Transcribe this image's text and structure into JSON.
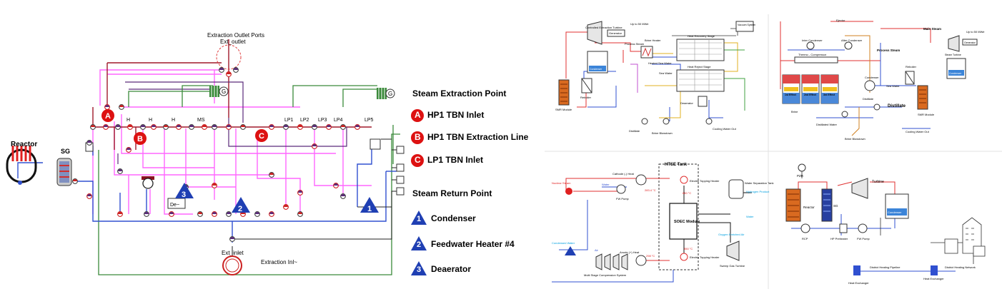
{
  "main": {
    "labels": {
      "reactor": "Reactor",
      "sg": "SG",
      "extraction_outlet_ports": "Extraction Outlet Ports",
      "ext_outlet": "Ext_outlet",
      "ext_inlet": "Ext_inlet",
      "extraction_inlet": "Extraction Inl~",
      "h1": "H",
      "h2": "H",
      "h3": "H",
      "ms": "MS",
      "lp1": "LP1",
      "lp2": "LP2",
      "lp3": "LP3",
      "lp4": "LP4",
      "lp5": "LP5",
      "de": "De~",
      "g1": "G",
      "g2": "G"
    },
    "markers": {
      "A": "A",
      "B": "B",
      "C": "C",
      "n1": "1",
      "n2": "2",
      "n3": "3"
    }
  },
  "legend": {
    "steam_extraction_title": "Steam Extraction Point",
    "extraction_items": [
      {
        "marker": "A",
        "label": "HP1 TBN Inlet"
      },
      {
        "marker": "B",
        "label": "HP1 TBN Extraction Line"
      },
      {
        "marker": "C",
        "label": "LP1 TBN Inlet"
      }
    ],
    "steam_return_title": "Steam Return Point",
    "return_items": [
      {
        "marker": "1",
        "label": "Condenser"
      },
      {
        "marker": "2",
        "label": "Feedwater Heater #4"
      },
      {
        "marker": "3",
        "label": "Deaerator"
      }
    ]
  },
  "p1": {
    "up_to_mwe": "Up to 50 MWe",
    "generator": "Generator",
    "turbine": "Controlled Extraction Turbine",
    "condenser": "Condenser",
    "brine_heater": "Brine Heater",
    "process_steam": "Process Steam",
    "heat_recovery": "Heat Recovery Stage",
    "heat_reject": "Heat Reject Stage",
    "vacuum": "Vacuum System",
    "smr": "SMR Module",
    "reboiler": "Reboiler",
    "heated_sea_water": "Heated Sea Water",
    "sea_water": "Sea Water",
    "deaerator": "Deaerator",
    "distillate": "Distillate",
    "brine_blowdown": "Brine Blowdown",
    "cooling_water_out": "Cooling Water Out"
  },
  "p2": {
    "ejector": "Ejector",
    "inter_condenser": "Inter Condenser",
    "after_condenser": "After Condenser",
    "main_steam": "Main Steam",
    "up_to_mwe": "Up to 50 MWe",
    "thermo_compressor": "Thermo - Compressor",
    "process_steam": "Process Steam",
    "reboiler": "Reboiler",
    "steam_turbine": "Steam Turbine",
    "generator": "Generator",
    "condenser": "Condenser",
    "effect1": "1st Effect",
    "effect2": "2nd Effect",
    "effect3": "3rd Effect",
    "sea_water": "Sea Water",
    "brine": "Brine",
    "distillate": "Distillate",
    "distillated_water": "Distillated Water",
    "distilled": "Distillate",
    "smr": "SMR Module",
    "brine_blowdown": "Brine Blowdown",
    "cooling_water_out": "Cooling Water Out"
  },
  "p3": {
    "htse_tank": "HTSE Tank",
    "nuclear_steam": "Nuclear Steam",
    "cathode_heat": "Cathode (-) Heat",
    "anode_heat": "Anode (+) Heat",
    "water": "Water",
    "fw_pump": "FW Pump",
    "electric_topping_heater": "Electric Topping Heater",
    "soec": "SOEC Module",
    "water_separation_tank": "Water Separation Tank",
    "hydrogen_product": "Hydrogen Product",
    "oxygen_enriched_air": "Oxygen Enriched Air",
    "sweep_gas_turbine": "Sweep Gas Turbine",
    "condensed_water": "Condensed Water",
    "multi_stage": "Multi Stage Compression System",
    "air": "Air",
    "t1": "283.4 °C",
    "t2": "850 °C",
    "t3": "298 °C",
    "t4": "850 °C"
  },
  "p4": {
    "pzr": "PZR",
    "turbine": "Turbine",
    "reactor": "Reactor",
    "sg": "SG",
    "condenser": "Condenser",
    "rcp": "RCP",
    "hp_preheater": "HP Preheater",
    "fw_pump": "FW Pump",
    "dhp": "District Heating Pipeline",
    "dhn": "District Heating Network",
    "heat_exchanger": "Heat Exchanger"
  },
  "colors": {
    "steam": "#e03070",
    "feedwater": "#3050d0",
    "loop": "#3a8a3a",
    "extraction": "#ff66ff",
    "marker_red": "#dd1111",
    "marker_blue": "#1f3fb3"
  }
}
